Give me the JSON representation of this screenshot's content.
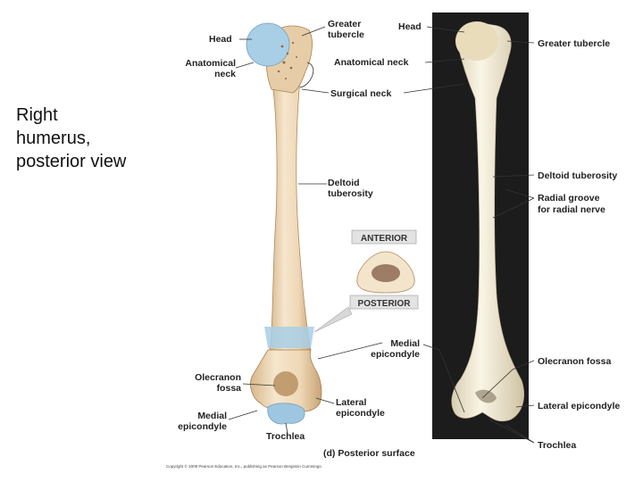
{
  "caption": "Right\nhumerus,\nposterior view",
  "anterior_view_labels": {
    "head": "Head",
    "greater_tubercle": "Greater\ntubercle",
    "anatomical_neck": "Anatomical\nneck",
    "surgical_neck": "Surgical neck",
    "deltoid_tuberosity": "Deltoid\ntuberosity",
    "medial_epicondyle": "Medial\nepicondyle",
    "olecranon_fossa": "Olecranon\nfossa",
    "lateral_epicondyle": "Lateral\nepicondyle",
    "medial_epicondyle_lower": "Medial\nepicondyle",
    "trochlea": "Trochlea"
  },
  "cross_section": {
    "anterior": "ANTERIOR",
    "posterior": "POSTERIOR"
  },
  "photo_view_labels": {
    "head": "Head",
    "anatomical_neck": "Anatomical neck",
    "greater_tubercle": "Greater tubercle",
    "deltoid_tuberosity": "Deltoid tuberosity",
    "radial_groove": "Radial groove\nfor radial nerve",
    "olecranon_fossa": "Olecranon fossa",
    "lateral_epicondyle": "Lateral epicondyle",
    "trochlea": "Trochlea"
  },
  "panel_title": "(d) Posterior surface",
  "copyright": "Copyright © 2009 Pearson Education, Inc., publishing as Pearson Benjamin Cummings.",
  "colors": {
    "bone": "#f1dcc0",
    "bone_shade": "#d9b98e",
    "head_cartilage": "#a8cfe6",
    "photo_bg": "#1c1c1c",
    "photo_bone": "#f3ecd8"
  }
}
